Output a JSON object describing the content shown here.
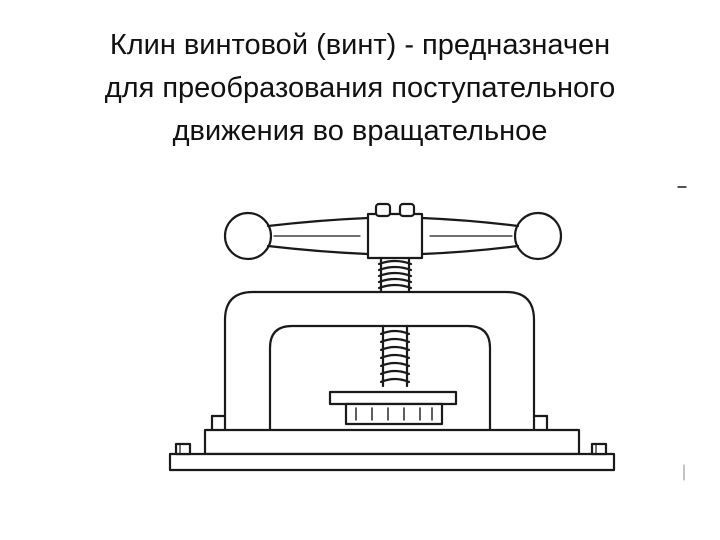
{
  "slide": {
    "title_lines": [
      "Клин винтовой (винт) - предназначен",
      "для преобразования поступательного",
      "движения во вращательное"
    ]
  },
  "diagram": {
    "subject": "screw-press",
    "stroke_color": "#1a1a1a",
    "background_color": "#ffffff"
  }
}
